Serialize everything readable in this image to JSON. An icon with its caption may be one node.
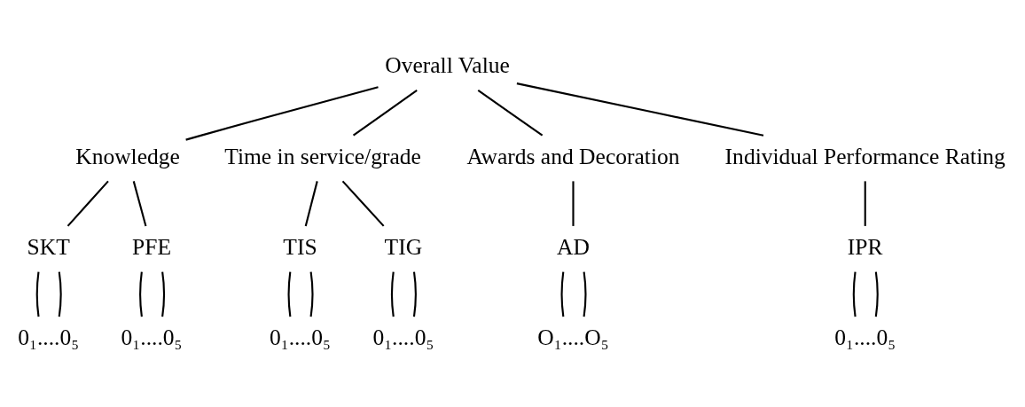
{
  "diagram": {
    "nodes": [
      {
        "text": [
          "Overall Value"
        ]
      },
      {
        "text": [
          "Knowledge"
        ]
      },
      {
        "text": [
          "Time in service/grade"
        ]
      },
      {
        "text": [
          "Awards and Decoration"
        ]
      },
      {
        "text": [
          "Individual Performance Rating"
        ]
      },
      {
        "text": [
          "SKT"
        ]
      },
      {
        "text": [
          "PFE"
        ]
      },
      {
        "text": [
          "TIS"
        ]
      },
      {
        "text": [
          "TIG"
        ]
      },
      {
        "text": [
          "AD"
        ]
      },
      {
        "text": [
          "IPR"
        ]
      },
      {
        "text": [
          "0₁....0₅"
        ]
      },
      {
        "text": [
          "0₁....0₅"
        ]
      },
      {
        "text": [
          "0₁....0₅"
        ]
      },
      {
        "text": [
          "0₁....0₅"
        ]
      },
      {
        "text": [
          "O₁....O₅"
        ]
      },
      {
        "text": [
          "0₁....0₅"
        ]
      }
    ],
    "edges": [
      {
        "from": 0,
        "to": 1,
        "arrow": "none"
      },
      {
        "from": 0,
        "to": 2,
        "arrow": "none"
      },
      {
        "from": 0,
        "to": 3,
        "arrow": "none"
      },
      {
        "from": 0,
        "to": 4,
        "arrow": "none"
      },
      {
        "from": 1,
        "to": 5,
        "arrow": "none"
      },
      {
        "from": 1,
        "to": 6,
        "arrow": "none"
      },
      {
        "from": 2,
        "to": 7,
        "arrow": "none"
      },
      {
        "from": 2,
        "to": 8,
        "arrow": "none"
      },
      {
        "from": 3,
        "to": 9,
        "arrow": "none"
      },
      {
        "from": 4,
        "to": 10,
        "arrow": "none"
      },
      {
        "from": 5,
        "to": 11,
        "arrow": "none"
      },
      {
        "from": 5,
        "to": 11,
        "arrow": "none"
      },
      {
        "from": 6,
        "to": 12,
        "arrow": "none"
      },
      {
        "from": 6,
        "to": 12,
        "arrow": "none"
      },
      {
        "from": 7,
        "to": 13,
        "arrow": "none"
      },
      {
        "from": 7,
        "to": 13,
        "arrow": "none"
      },
      {
        "from": 8,
        "to": 14,
        "arrow": "none"
      },
      {
        "from": 8,
        "to": 14,
        "arrow": "none"
      },
      {
        "from": 9,
        "to": 15,
        "arrow": "none"
      },
      {
        "from": 9,
        "to": 15,
        "arrow": "none"
      },
      {
        "from": 10,
        "to": 16,
        "arrow": "none"
      },
      {
        "from": 10,
        "to": 16,
        "arrow": "none"
      }
    ]
  }
}
